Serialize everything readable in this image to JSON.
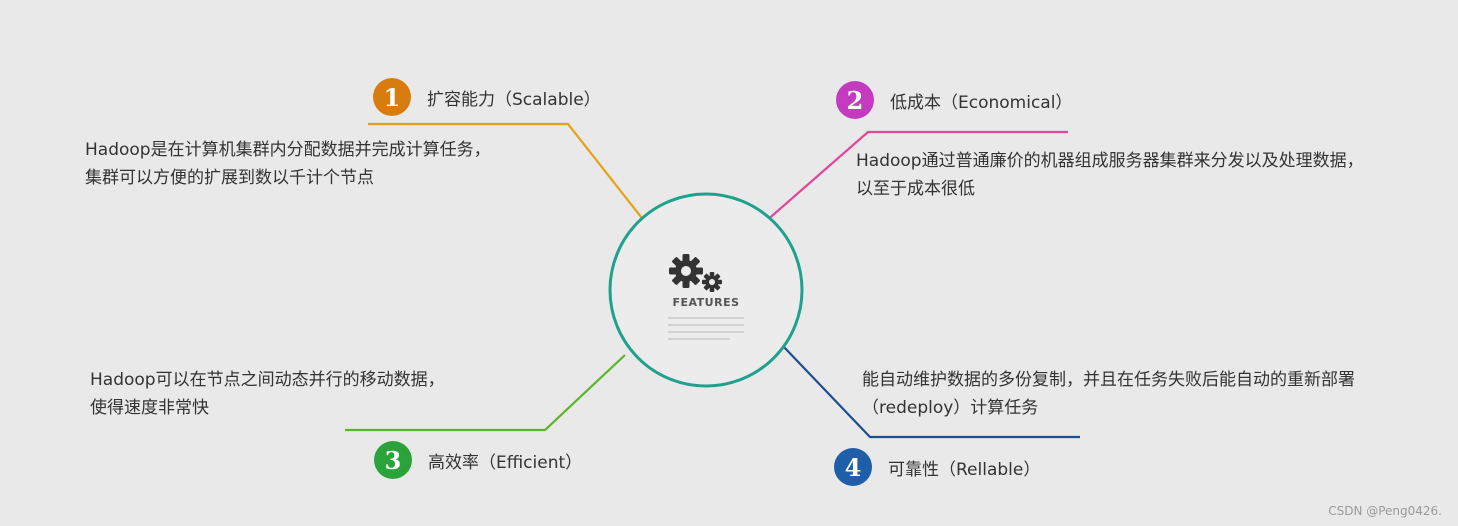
{
  "center": {
    "label": "FEATURES",
    "gear_icon": "gears-icon"
  },
  "features": [
    {
      "number": "1",
      "title": "扩容能力（Scalable）",
      "color": "#d97c0f",
      "line_color": "#e3a21a",
      "description": [
        "Hadoop是在计算机集群内分配数据并完成计算任务，",
        "集群可以方便的扩展到数以千计个节点"
      ]
    },
    {
      "number": "2",
      "title": "低成本（Economical）",
      "color": "#c53bbf",
      "line_color": "#e0489a",
      "description": [
        "Hadoop通过普通廉价的机器组成服务器集群来分发以及处理数据，",
        "以至于成本很低"
      ]
    },
    {
      "number": "3",
      "title": "高效率（Efficient）",
      "color": "#2aa43a",
      "line_color": "#5bb52a",
      "description": [
        "Hadoop可以在节点之间动态并行的移动数据，",
        "使得速度非常快"
      ]
    },
    {
      "number": "4",
      "title": "可靠性（Rellable）",
      "color": "#1f5fa8",
      "line_color": "#1d4e8f",
      "description": [
        "能自动维护数据的多份复制，并且在任务失败后能自动的重新部署",
        "（redeploy）计算任务"
      ]
    }
  ],
  "watermark": "CSDN @Peng0426."
}
